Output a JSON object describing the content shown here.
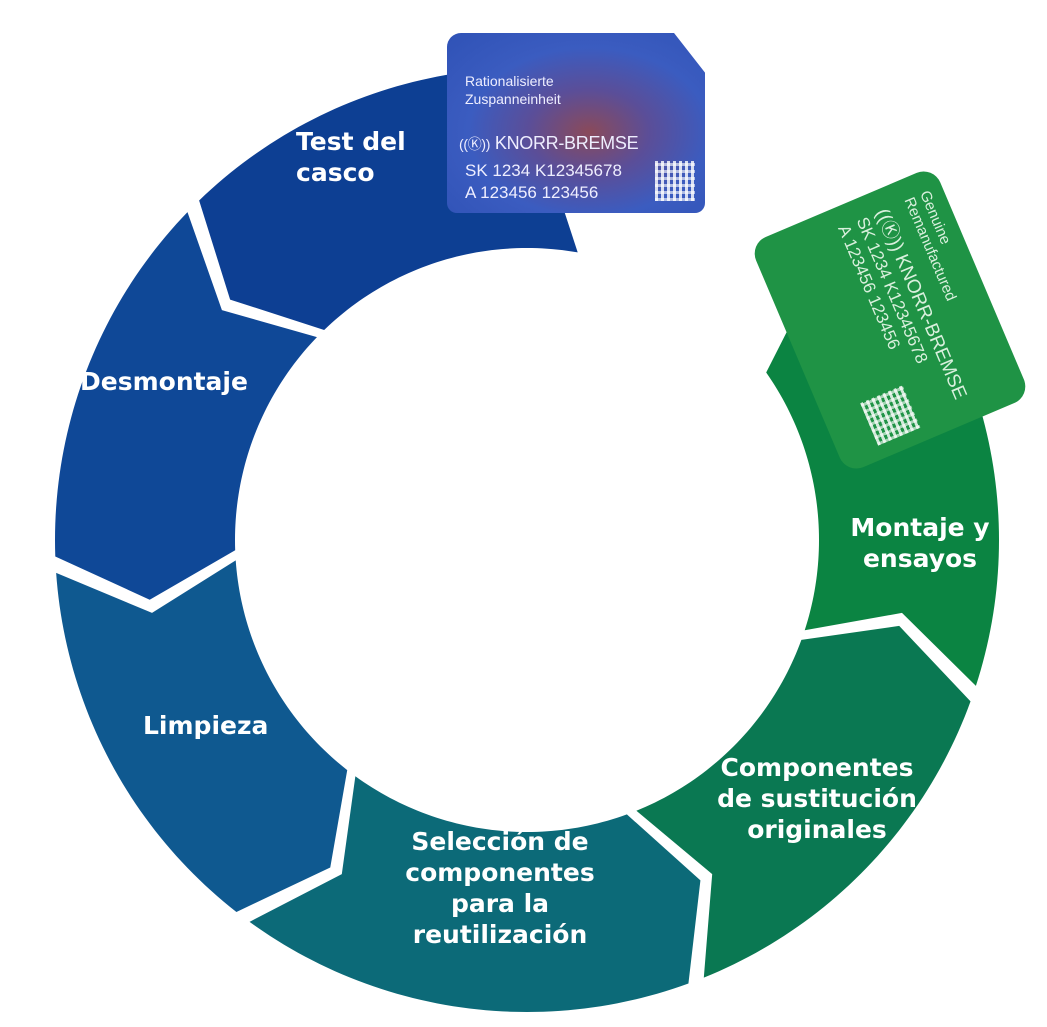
{
  "segments": [
    {
      "label_lines": [
        "Test del",
        "casco"
      ],
      "color": "#0d3f93"
    },
    {
      "label_lines": [
        "Desmontaje"
      ],
      "color": "#0f4897"
    },
    {
      "label_lines": [
        "Limpieza"
      ],
      "color": "#0f5990"
    },
    {
      "label_lines": [
        "Selección de",
        "componentes",
        "para la",
        "reutilización"
      ],
      "color": "#0c6a78"
    },
    {
      "label_lines": [
        "Componentes",
        "de sustitución",
        "originales"
      ],
      "color": "#0a7852"
    },
    {
      "label_lines": [
        "Montaje y",
        "ensayos"
      ],
      "color": "#0b8442"
    }
  ],
  "blue_label": {
    "line1": "Rationalisierte",
    "line2": "Zuspanneinheit",
    "brand": "KNORR-BREMSE",
    "code1": "SK 1234  K12345678",
    "code2": "A 123456 123456",
    "color": "#2f52b6"
  },
  "green_label": {
    "line1": "Genuine",
    "line2": "Remanufactured",
    "brand": "KNORR-BREMSE",
    "code1": "SK 1234  K12345678",
    "code2": "A 123456 123456",
    "color": "#1f9345"
  }
}
